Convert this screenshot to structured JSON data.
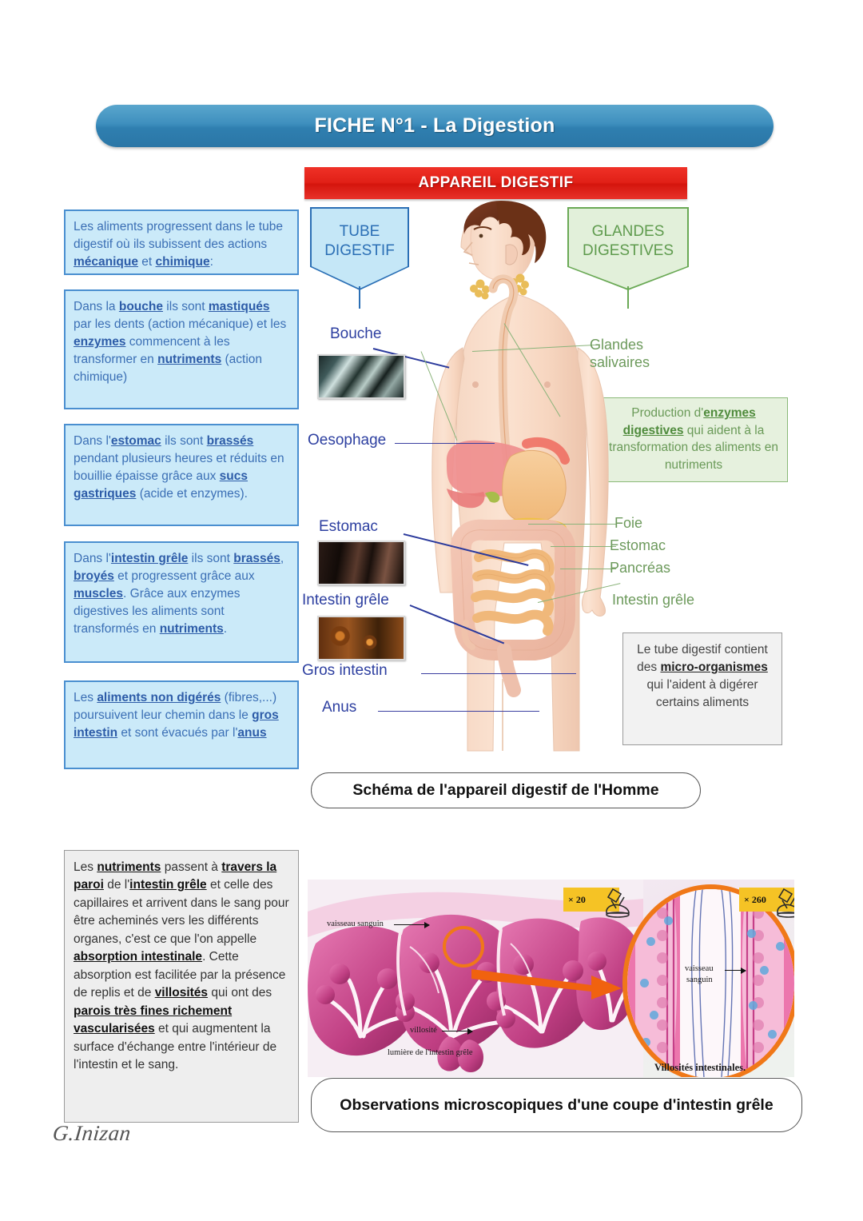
{
  "title_banner": {
    "text": "FICHE N°1 - La Digestion",
    "color": "#3e8fbe"
  },
  "section_header": {
    "text": "APPAREIL DIGESTIF",
    "color": "#e01f16"
  },
  "callouts": {
    "tube": {
      "line1": "TUBE",
      "line2": "DIGESTIF",
      "color": "#2b6fb5"
    },
    "glandes": {
      "line1": "GLANDES",
      "line2": "DIGESTIVES",
      "color": "#6aa955"
    }
  },
  "left_notes": [
    {
      "id": "intro",
      "parts": [
        {
          "t": "Les aliments progressent dans le tube digestif où ils subissent des actions ",
          "b": false
        },
        {
          "t": "mécanique",
          "b": true
        },
        {
          "t": " et ",
          "b": false
        },
        {
          "t": "chimique",
          "b": true
        },
        {
          "t": ":",
          "b": false
        }
      ]
    },
    {
      "id": "bouche",
      "parts": [
        {
          "t": "Dans la ",
          "b": false
        },
        {
          "t": "bouche",
          "b": true
        },
        {
          "t": " ils sont ",
          "b": false
        },
        {
          "t": "mastiqués",
          "b": true
        },
        {
          "t": " par les dents (action mécanique) et les ",
          "b": false
        },
        {
          "t": "enzymes",
          "b": true
        },
        {
          "t": " commencent à les transformer en ",
          "b": false
        },
        {
          "t": "nutriments",
          "b": true
        },
        {
          "t": " (action chimique)",
          "b": false
        }
      ]
    },
    {
      "id": "estomac",
      "parts": [
        {
          "t": "Dans l'",
          "b": false
        },
        {
          "t": "estomac",
          "b": true
        },
        {
          "t": " ils sont ",
          "b": false
        },
        {
          "t": "brassés",
          "b": true
        },
        {
          "t": " pendant plusieurs heures et réduits en bouillie épaisse grâce aux ",
          "b": false
        },
        {
          "t": "sucs gastriques",
          "b": true
        },
        {
          "t": " (acide et enzymes).",
          "b": false
        }
      ]
    },
    {
      "id": "intestin",
      "parts": [
        {
          "t": "Dans l'",
          "b": false
        },
        {
          "t": "intestin grêle",
          "b": true
        },
        {
          "t": " ils sont ",
          "b": false
        },
        {
          "t": "brassés",
          "b": true
        },
        {
          "t": ", ",
          "b": false
        },
        {
          "t": "broyés",
          "b": true
        },
        {
          "t": " et progressent grâce aux ",
          "b": false
        },
        {
          "t": "muscles",
          "b": true
        },
        {
          "t": ". Grâce aux enzymes digestives les aliments sont transformés en ",
          "b": false
        },
        {
          "t": "nutriments",
          "b": true
        },
        {
          "t": ".",
          "b": false
        }
      ]
    },
    {
      "id": "non-digeres",
      "parts": [
        {
          "t": "Les ",
          "b": false
        },
        {
          "t": "aliments non digérés",
          "b": true
        },
        {
          "t": " (fibres,...) poursuivent leur chemin dans le ",
          "b": false
        },
        {
          "t": "gros intestin",
          "b": true
        },
        {
          "t": " et sont évacués par l'",
          "b": false
        },
        {
          "t": "anus",
          "b": true
        }
      ]
    }
  ],
  "green_note": {
    "parts": [
      {
        "t": "Production d'",
        "b": false
      },
      {
        "t": "enzymes digestives",
        "b": true
      },
      {
        "t": " qui aident à la transformation des aliments en nutriments",
        "b": false
      }
    ]
  },
  "grey_note": {
    "parts": [
      {
        "t": "Le tube digestif contient des ",
        "b": false
      },
      {
        "t": "micro-organismes",
        "b": true
      },
      {
        "t": " qui l'aident à digérer certains aliments",
        "b": false
      }
    ]
  },
  "bottom_note": {
    "parts": [
      {
        "t": "Les ",
        "b": false
      },
      {
        "t": "nutriments",
        "b": true
      },
      {
        "t": " passent à ",
        "b": false
      },
      {
        "t": "travers la paroi",
        "b": true
      },
      {
        "t": " de l'",
        "b": false
      },
      {
        "t": "intestin grêle",
        "b": true
      },
      {
        "t": " et celle des capillaires et arrivent dans le sang pour être acheminés vers les différents organes, c'est ce que l'on appelle ",
        "b": false
      },
      {
        "t": "absorption intestinale",
        "b": true
      },
      {
        "t": ". Cette absorption est facilitée par la présence de replis et de ",
        "b": false
      },
      {
        "t": "villosités",
        "b": true
      },
      {
        "t": " qui ont des ",
        "b": false
      },
      {
        "t": "parois très fines richement vascularisées",
        "b": true
      },
      {
        "t": " et qui augmentent la surface d'échange entre l'intérieur de l'intestin et le sang.",
        "b": false
      }
    ]
  },
  "anatomy_labels_left": [
    {
      "id": "bouche",
      "text": "Bouche"
    },
    {
      "id": "oesophage",
      "text": "Oesophage"
    },
    {
      "id": "estomac",
      "text": "Estomac"
    },
    {
      "id": "intestin-grele",
      "text": "Intestin grêle"
    },
    {
      "id": "gros-intestin",
      "text": "Gros intestin"
    },
    {
      "id": "anus",
      "text": "Anus"
    }
  ],
  "anatomy_labels_right": [
    {
      "id": "glandes-salivaires",
      "line1": "Glandes",
      "line2": "salivaires"
    },
    {
      "id": "foie",
      "text": "Foie"
    },
    {
      "id": "estomac-g",
      "text": "Estomac"
    },
    {
      "id": "pancreas",
      "text": "Pancréas"
    },
    {
      "id": "intestin-grele-g",
      "text": "Intestin grêle"
    }
  ],
  "captions": {
    "schema": "Schéma de l'appareil digestif de l'Homme",
    "microscopy": "Observations microscopiques d'une coupe d'intestin grêle"
  },
  "microscopy_panel": {
    "labels": [
      {
        "id": "vaisseau-sanguin-left",
        "text": "vaisseau sanguin"
      },
      {
        "id": "villosite",
        "text": "villosité"
      },
      {
        "id": "lumiere",
        "text": "lumière de l'intestin grêle"
      },
      {
        "id": "vaisseau-sanguin-zoom-l1",
        "text": "vaisseau"
      },
      {
        "id": "vaisseau-sanguin-zoom-l2",
        "text": "sanguin"
      },
      {
        "id": "villosites-intestinales",
        "text": "Villosités intestinales."
      }
    ],
    "magnifications": [
      {
        "id": "mag-20",
        "text": "× 20"
      },
      {
        "id": "mag-260",
        "text": "× 260"
      }
    ],
    "accent_color": "#f07818",
    "badge_color": "#f5c325"
  },
  "signature": {
    "text": "G.Inizan"
  }
}
